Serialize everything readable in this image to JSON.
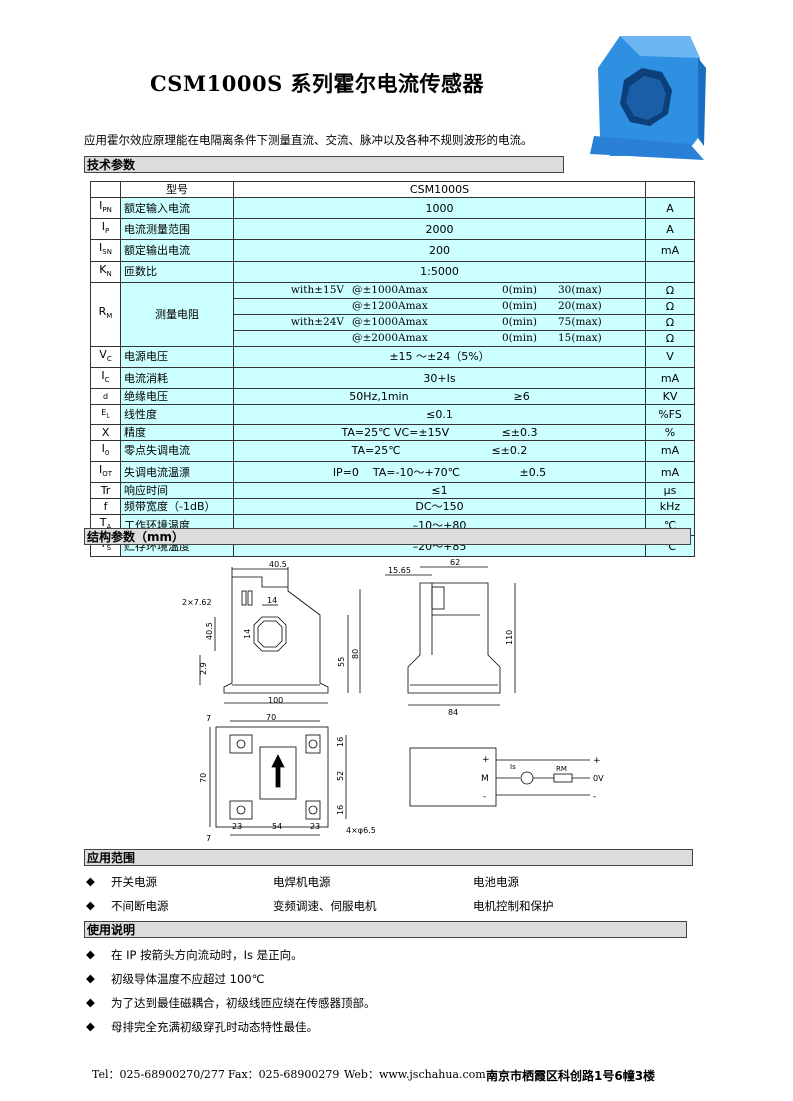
{
  "title": "CSM1000S 系列霍尔电流传感器",
  "intro": "应用霍尔效应原理能在电隔离条件下测量直流、交流、脉冲以及各种不规则波形的电流。",
  "sections": {
    "tech": "技术参数",
    "struct": "结构参数（mm）",
    "app": "应用范围",
    "usage": "使用说明"
  },
  "spec": {
    "header": {
      "sym": "",
      "name": "型号",
      "value": "CSM1000S",
      "unit": ""
    },
    "rows": [
      {
        "sym": "IPN",
        "name": "额定输入电流",
        "value": "1000",
        "unit": "A"
      },
      {
        "sym": "IP",
        "name": "电流测量范围",
        "value": "2000",
        "unit": "A"
      },
      {
        "sym": "ISN",
        "name": "额定输出电流",
        "value": "200",
        "unit": "mA"
      },
      {
        "sym": "KN",
        "name": "匝数比",
        "value": "1:5000",
        "unit": ""
      }
    ],
    "rm": {
      "sym": "RM",
      "name": "测量电阻",
      "lines": [
        {
          "a": "with±15V",
          "b": "@±1000Amax",
          "c": "0(min)",
          "d": "30(max)",
          "unit": "Ω"
        },
        {
          "a": "",
          "b": "@±1200Amax",
          "c": "0(min)",
          "d": "20(max)",
          "unit": "Ω"
        },
        {
          "a": "with±24V",
          "b": "@±1000Amax",
          "c": "0(min)",
          "d": "75(max)",
          "unit": "Ω"
        },
        {
          "a": "",
          "b": "@±2000Amax",
          "c": "0(min)",
          "d": "15(max)",
          "unit": "Ω"
        }
      ]
    },
    "rows2": [
      {
        "sym": "VC",
        "name": "电源电压",
        "value": "±15 ～±24（5%）",
        "unit": "V"
      },
      {
        "sym": "IC",
        "name": "电流消耗",
        "value": "30+Is",
        "unit": "mA"
      },
      {
        "sym": "d",
        "name": "绝缘电压",
        "value": "50Hz,1min                              ≥6",
        "unit": "KV"
      },
      {
        "sym": "EL",
        "name": "线性度",
        "value": "≤0.1",
        "unit": "%FS"
      },
      {
        "sym": "X",
        "name": "精度",
        "value": "TA=25℃ VC=±15V               ≤±0.3",
        "unit": "%"
      },
      {
        "sym": "I0",
        "name": "零点失调电流",
        "value": "TA=25℃                          ≤±0.2",
        "unit": "mA"
      },
      {
        "sym": "IOT",
        "name": "失调电流温漂",
        "value": "IP=0    TA=-10～+70℃                 ±0.5",
        "unit": "mA"
      },
      {
        "sym": "Tr",
        "name": "响应时间",
        "value": "≤1",
        "unit": "μs"
      },
      {
        "sym": "f",
        "name": "频带宽度（-1dB）",
        "value": "DC～150",
        "unit": "kHz"
      },
      {
        "sym": "TA",
        "name": "工作环境温度",
        "value": "–10～+80",
        "unit": "℃"
      },
      {
        "sym": "TS",
        "name": "贮存环境温度",
        "value": "–20～+85",
        "unit": "℃"
      }
    ]
  },
  "drawing": {
    "front": {
      "d1": "40.5",
      "d2": "14",
      "d3": "40.5",
      "d4": "14",
      "d5": "2.9",
      "d6": "55",
      "d7": "80",
      "d8": "100",
      "holes": "2×7.62"
    },
    "side": {
      "d1": "62",
      "d2": "15.65",
      "d3": "110",
      "d4": "84"
    },
    "bottom": {
      "d1": "70",
      "d2": "7",
      "d3": "70",
      "d4": "16",
      "d5": "52",
      "d6": "16",
      "d7": "23",
      "d8": "54",
      "d9": "23",
      "d10": "7",
      "holes": "4×φ6.5"
    },
    "circuit": {
      "plus": "+",
      "m": "M",
      "minus": "-",
      "is": "Is",
      "rm": "RM",
      "out_plus": "+",
      "out_0v": "0V",
      "out_minus": "-"
    }
  },
  "applications": [
    [
      "开关电源",
      "电焊机电源",
      "电池电源"
    ],
    [
      "不间断电源",
      "变频调速、伺服电机",
      "电机控制和保护"
    ]
  ],
  "usage": [
    "在 IP 按箭头方向流动时，Is 是正向。",
    "初级导体温度不应超过 100℃",
    "为了达到最佳磁耦合，初级线匝应绕在传感器顶部。",
    "母排完全充满初级穿孔时动态特性最佳。"
  ],
  "footer": {
    "tel": "Tel：025-68900270/277",
    "fax": "Fax：025-68900279",
    "web": "Web：www.jschahua.com",
    "address": "南京市栖霞区科创路1号6幢3楼"
  },
  "bullet_char": "◆",
  "colors": {
    "table_fill": "#ccffff",
    "section_bar": "#dcdcdc",
    "product_blue": "#2f8fe0"
  }
}
